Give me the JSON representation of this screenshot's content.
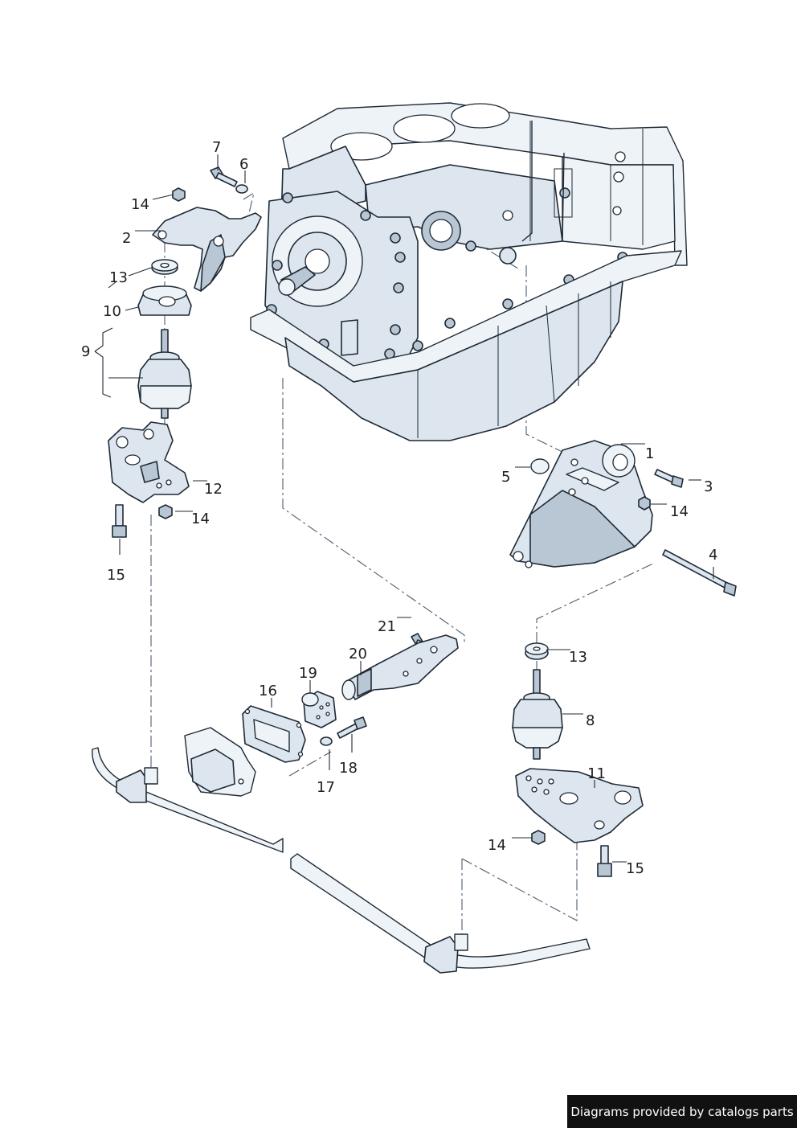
{
  "diagram": {
    "callouts": {
      "c1": "1",
      "c2": "2",
      "c3": "3",
      "c4": "4",
      "c5": "5",
      "c6": "6",
      "c7": "7",
      "c8": "8",
      "c9": "9",
      "c10": "10",
      "c11": "11",
      "c12": "12",
      "c13a": "13",
      "c13b": "13",
      "c14a": "14",
      "c14b": "14",
      "c14c": "14",
      "c14d": "14",
      "c15a": "15",
      "c15b": "15",
      "c16": "16",
      "c17": "17",
      "c18": "18",
      "c19": "19",
      "c20": "20",
      "c21": "21"
    },
    "colors": {
      "part_fill": "#dde6ee",
      "line": "#1e2a36",
      "dash": "#4d5e70"
    }
  },
  "footer": {
    "credit": "Diagrams provided by catalogs parts"
  }
}
